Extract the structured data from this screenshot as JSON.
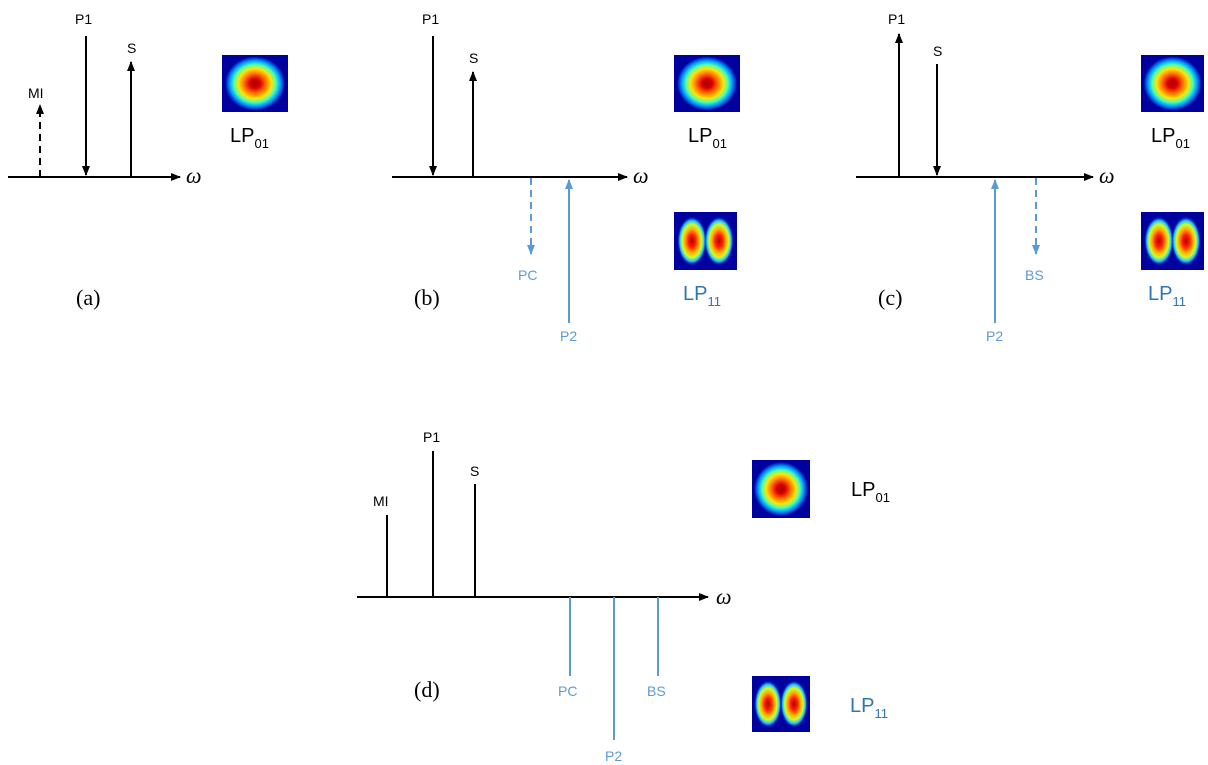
{
  "axis_label": "ω",
  "modes": {
    "lp01": {
      "base": "LP",
      "sub": "01"
    },
    "lp11": {
      "base": "LP",
      "sub": "11"
    }
  },
  "colors": {
    "black": "#000000",
    "blue": "#5b9bd5",
    "mode_blue": "#2e75b6"
  },
  "panels": [
    {
      "id": "a",
      "label": "(a)",
      "lines": [
        {
          "name": "MI",
          "label": "MI",
          "color": "black",
          "style": "dashed",
          "arrow": "up"
        },
        {
          "name": "P1",
          "label": "P1",
          "color": "black",
          "style": "solid",
          "arrow": "down"
        },
        {
          "name": "S",
          "label": "S",
          "color": "black",
          "style": "solid",
          "arrow": "up"
        }
      ],
      "modes_shown": [
        "LP01"
      ]
    },
    {
      "id": "b",
      "label": "(b)",
      "lines": [
        {
          "name": "P1",
          "label": "P1",
          "color": "black",
          "style": "solid",
          "arrow": "down"
        },
        {
          "name": "S",
          "label": "S",
          "color": "black",
          "style": "solid",
          "arrow": "up"
        },
        {
          "name": "PC",
          "label": "PC",
          "color": "blue",
          "style": "dashed",
          "arrow": "down"
        },
        {
          "name": "P2",
          "label": "P2",
          "color": "blue",
          "style": "solid",
          "arrow": "up"
        }
      ],
      "modes_shown": [
        "LP01",
        "LP11"
      ]
    },
    {
      "id": "c",
      "label": "(c)",
      "lines": [
        {
          "name": "P1",
          "label": "P1",
          "color": "black",
          "style": "solid",
          "arrow": "up"
        },
        {
          "name": "S",
          "label": "S",
          "color": "black",
          "style": "solid",
          "arrow": "down"
        },
        {
          "name": "P2",
          "label": "P2",
          "color": "blue",
          "style": "solid",
          "arrow": "up"
        },
        {
          "name": "BS",
          "label": "BS",
          "color": "blue",
          "style": "dashed",
          "arrow": "down"
        }
      ],
      "modes_shown": [
        "LP01",
        "LP11"
      ]
    },
    {
      "id": "d",
      "label": "(d)",
      "lines": [
        {
          "name": "MI",
          "label": "MI",
          "color": "black",
          "style": "solid",
          "arrow": "none"
        },
        {
          "name": "P1",
          "label": "P1",
          "color": "black",
          "style": "solid",
          "arrow": "none"
        },
        {
          "name": "S",
          "label": "S",
          "color": "black",
          "style": "solid",
          "arrow": "none"
        },
        {
          "name": "PC",
          "label": "PC",
          "color": "blue",
          "style": "solid",
          "arrow": "none"
        },
        {
          "name": "P2",
          "label": "P2",
          "color": "blue",
          "style": "solid",
          "arrow": "none"
        },
        {
          "name": "BS",
          "label": "BS",
          "color": "blue",
          "style": "solid",
          "arrow": "none"
        }
      ],
      "modes_shown": [
        "LP01",
        "LP11"
      ]
    }
  ]
}
